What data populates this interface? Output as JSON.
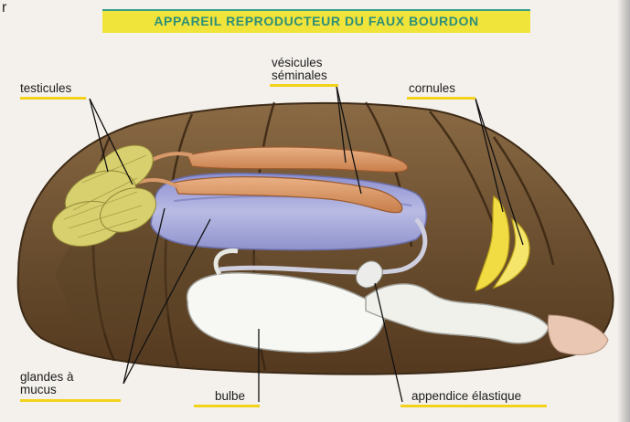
{
  "page_mark": "r",
  "title": "APPAREIL REPRODUCTEUR DU FAUX BOURDON",
  "labels": {
    "testicules": "testicules",
    "vesicules_line1": "vésicules",
    "vesicules_line2": "séminales",
    "cornules": "cornules",
    "glandes_line1": "glandes à",
    "glandes_line2": "mucus",
    "bulbe": "bulbe",
    "appendice": "appendice élastique"
  },
  "colors": {
    "title_bg": "#f0e43a",
    "title_text": "#2e8f78",
    "abdomen": "#6e5232",
    "testicules": "#d8cf6e",
    "vesicules": "#dd9a66",
    "glandes": "#a4a6d8",
    "bulbe": "#f7f7f4",
    "cornules": "#f2dc44"
  }
}
